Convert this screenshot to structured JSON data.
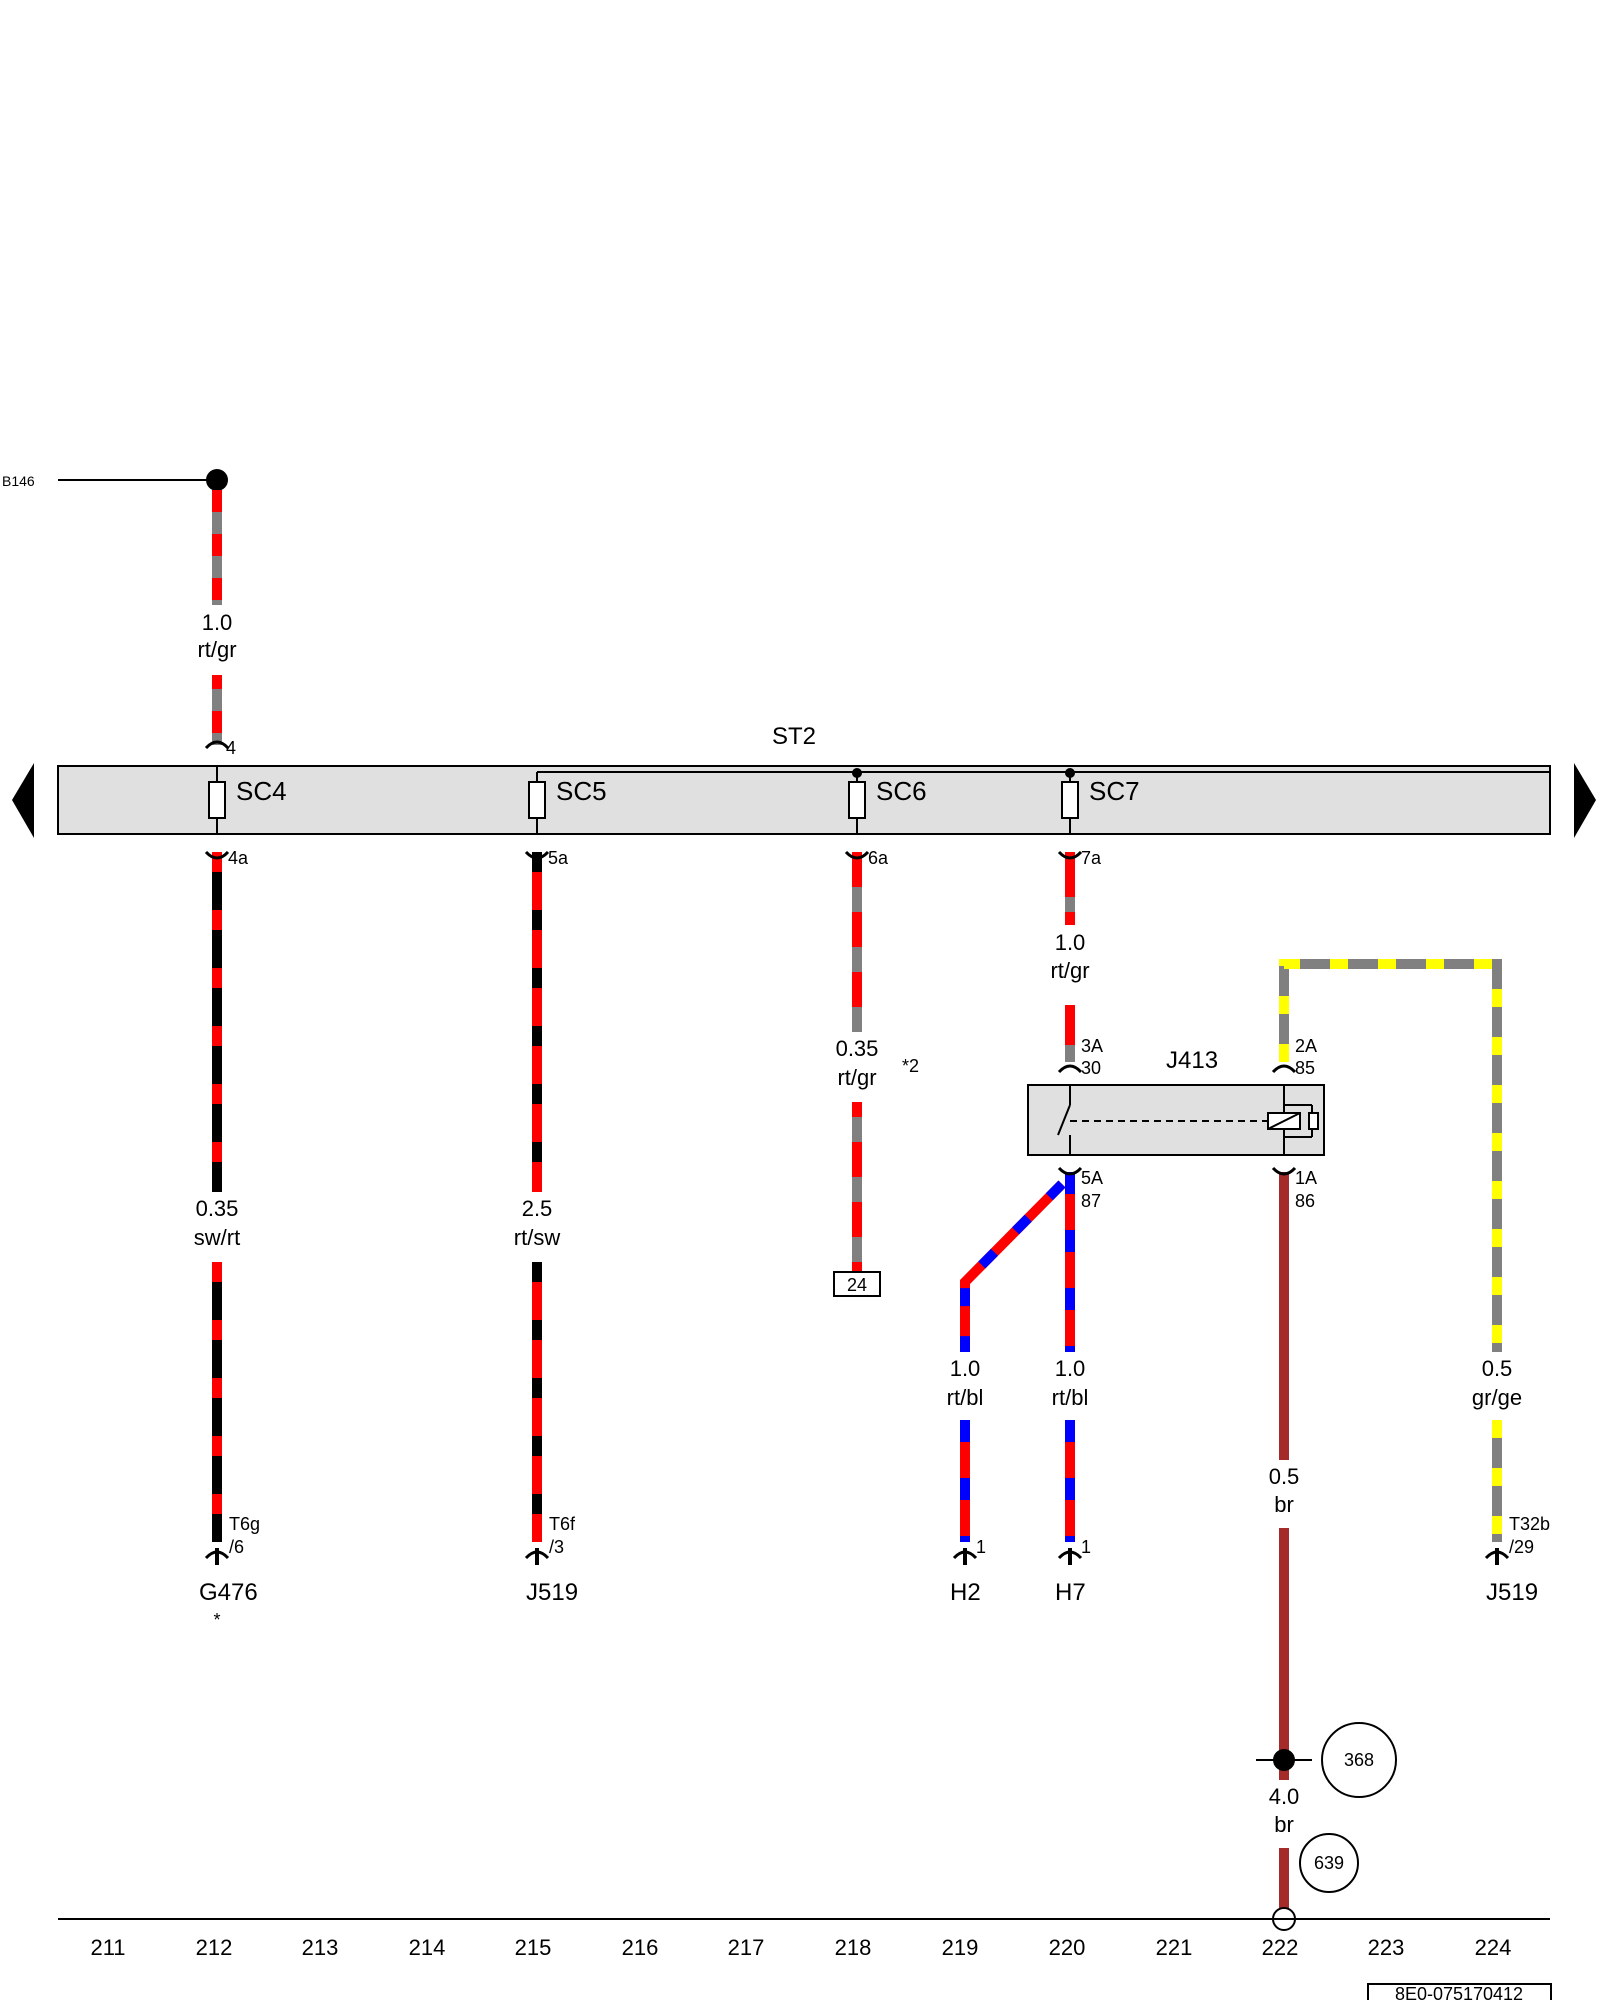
{
  "header": {
    "source_ref": "B146",
    "bus_name": "ST2"
  },
  "wire_colors": {
    "rt": "#ff0000",
    "gr": "#808080",
    "sw": "#000000",
    "bl": "#0000ff",
    "ge": "#ffff00",
    "br": "#a52a2a"
  },
  "fuses": [
    {
      "name": "SC4",
      "pin_top": "4",
      "pin_bottom": "4a"
    },
    {
      "name": "SC5",
      "pin_bottom": "5a"
    },
    {
      "name": "SC6",
      "pin_bottom": "6a"
    },
    {
      "name": "SC7",
      "pin_bottom": "7a"
    }
  ],
  "wires": {
    "w_b146": {
      "size": "1.0",
      "color": "rt/gr"
    },
    "w_sc4": {
      "size": "0.35",
      "color": "sw/rt"
    },
    "w_sc5": {
      "size": "2.5",
      "color": "rt/sw"
    },
    "w_sc6": {
      "size": "0.35",
      "color": "rt/gr",
      "note": "*2"
    },
    "w_sc7": {
      "size": "1.0",
      "color": "rt/gr"
    },
    "w_h2": {
      "size": "1.0",
      "color": "rt/bl"
    },
    "w_h7": {
      "size": "1.0",
      "color": "rt/bl"
    },
    "w_86": {
      "size": "0.5",
      "color": "br"
    },
    "w_gr": {
      "size": "0.5",
      "color": "gr/ge"
    },
    "w_gnd": {
      "size": "4.0",
      "color": "br"
    }
  },
  "relay": {
    "name": "J413",
    "pin_3a": "3A",
    "pin_30": "30",
    "pin_2a": "2A",
    "pin_85": "85",
    "pin_5a": "5A",
    "pin_87": "87",
    "pin_1a": "1A",
    "pin_86": "86"
  },
  "connectors": {
    "g476": {
      "conn": "T6g",
      "pin": "/6",
      "component": "G476",
      "mark": "*"
    },
    "j519a": {
      "conn": "T6f",
      "pin": "/3",
      "component": "J519"
    },
    "h2": {
      "pin": "1",
      "component": "H2"
    },
    "h7": {
      "pin": "1",
      "component": "H7"
    },
    "j519b": {
      "conn": "T32b",
      "pin": "/29",
      "component": "J519"
    }
  },
  "ref_box": "24",
  "ground_refs": [
    "368",
    "639"
  ],
  "columns": [
    "211",
    "212",
    "213",
    "214",
    "215",
    "216",
    "217",
    "218",
    "219",
    "220",
    "221",
    "222",
    "223",
    "224"
  ],
  "footer": {
    "doc_code": "8E0-075170412"
  }
}
